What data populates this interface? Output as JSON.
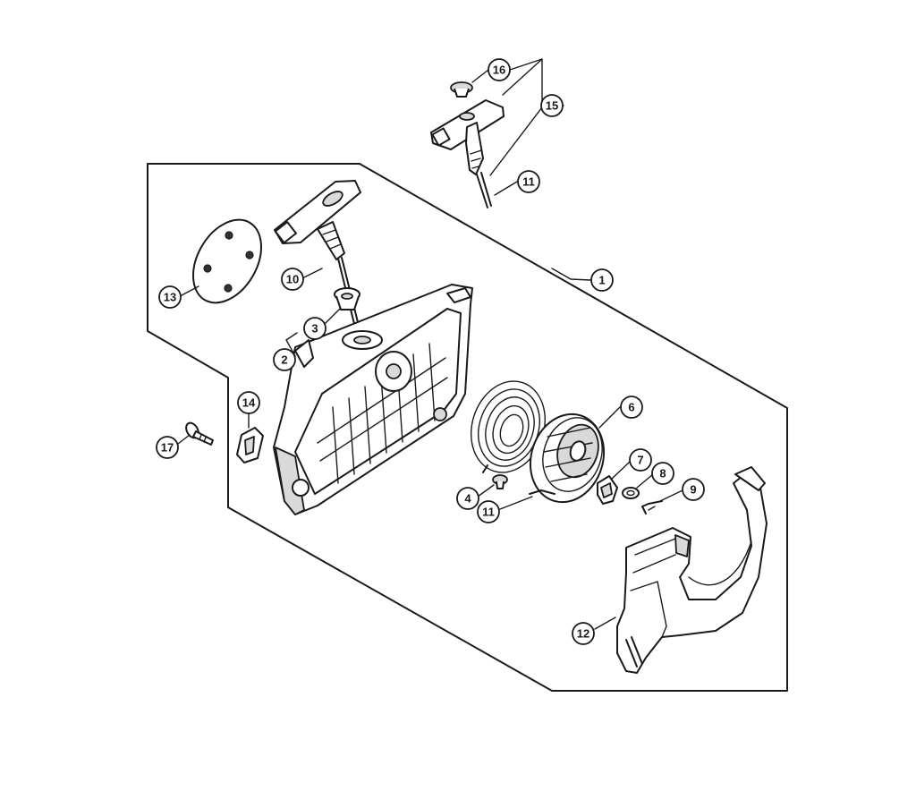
{
  "callouts": [
    {
      "id": "c16",
      "label": "16"
    },
    {
      "id": "c15",
      "label": "15"
    },
    {
      "id": "c11a",
      "label": "11"
    },
    {
      "id": "c1",
      "label": "1"
    },
    {
      "id": "c10",
      "label": "10"
    },
    {
      "id": "c13",
      "label": "13"
    },
    {
      "id": "c3",
      "label": "3"
    },
    {
      "id": "c2",
      "label": "2"
    },
    {
      "id": "c14",
      "label": "14"
    },
    {
      "id": "c17",
      "label": "17"
    },
    {
      "id": "c6",
      "label": "6"
    },
    {
      "id": "c7",
      "label": "7"
    },
    {
      "id": "c8",
      "label": "8"
    },
    {
      "id": "c9",
      "label": "9"
    },
    {
      "id": "c4",
      "label": "4"
    },
    {
      "id": "c11b",
      "label": "11"
    },
    {
      "id": "c12",
      "label": "12"
    }
  ]
}
